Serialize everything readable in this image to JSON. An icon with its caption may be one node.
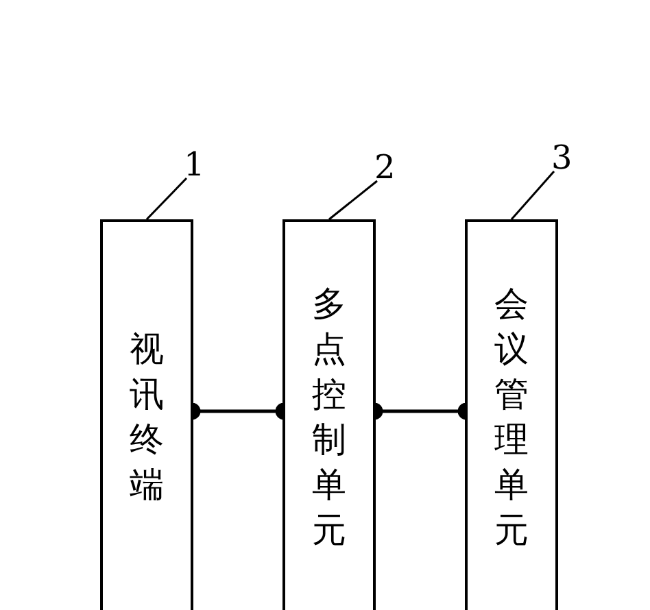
{
  "diagram": {
    "nodes": [
      {
        "text": [
          "视讯终端"
        ]
      },
      {
        "text": [
          "多点控制单元"
        ]
      },
      {
        "text": [
          "会议管理单元"
        ]
      },
      {
        "text": [
          "1"
        ]
      },
      {
        "text": [
          "2"
        ]
      },
      {
        "text": [
          "3"
        ]
      }
    ],
    "edges": [
      {
        "from": 0,
        "to": 1,
        "arrow": "other"
      },
      {
        "from": 1,
        "to": 2,
        "arrow": "other"
      },
      {
        "from": 3,
        "to": 0,
        "arrow": "none"
      },
      {
        "from": 4,
        "to": 1,
        "arrow": "none"
      },
      {
        "from": 5,
        "to": 2,
        "arrow": "none"
      }
    ]
  }
}
